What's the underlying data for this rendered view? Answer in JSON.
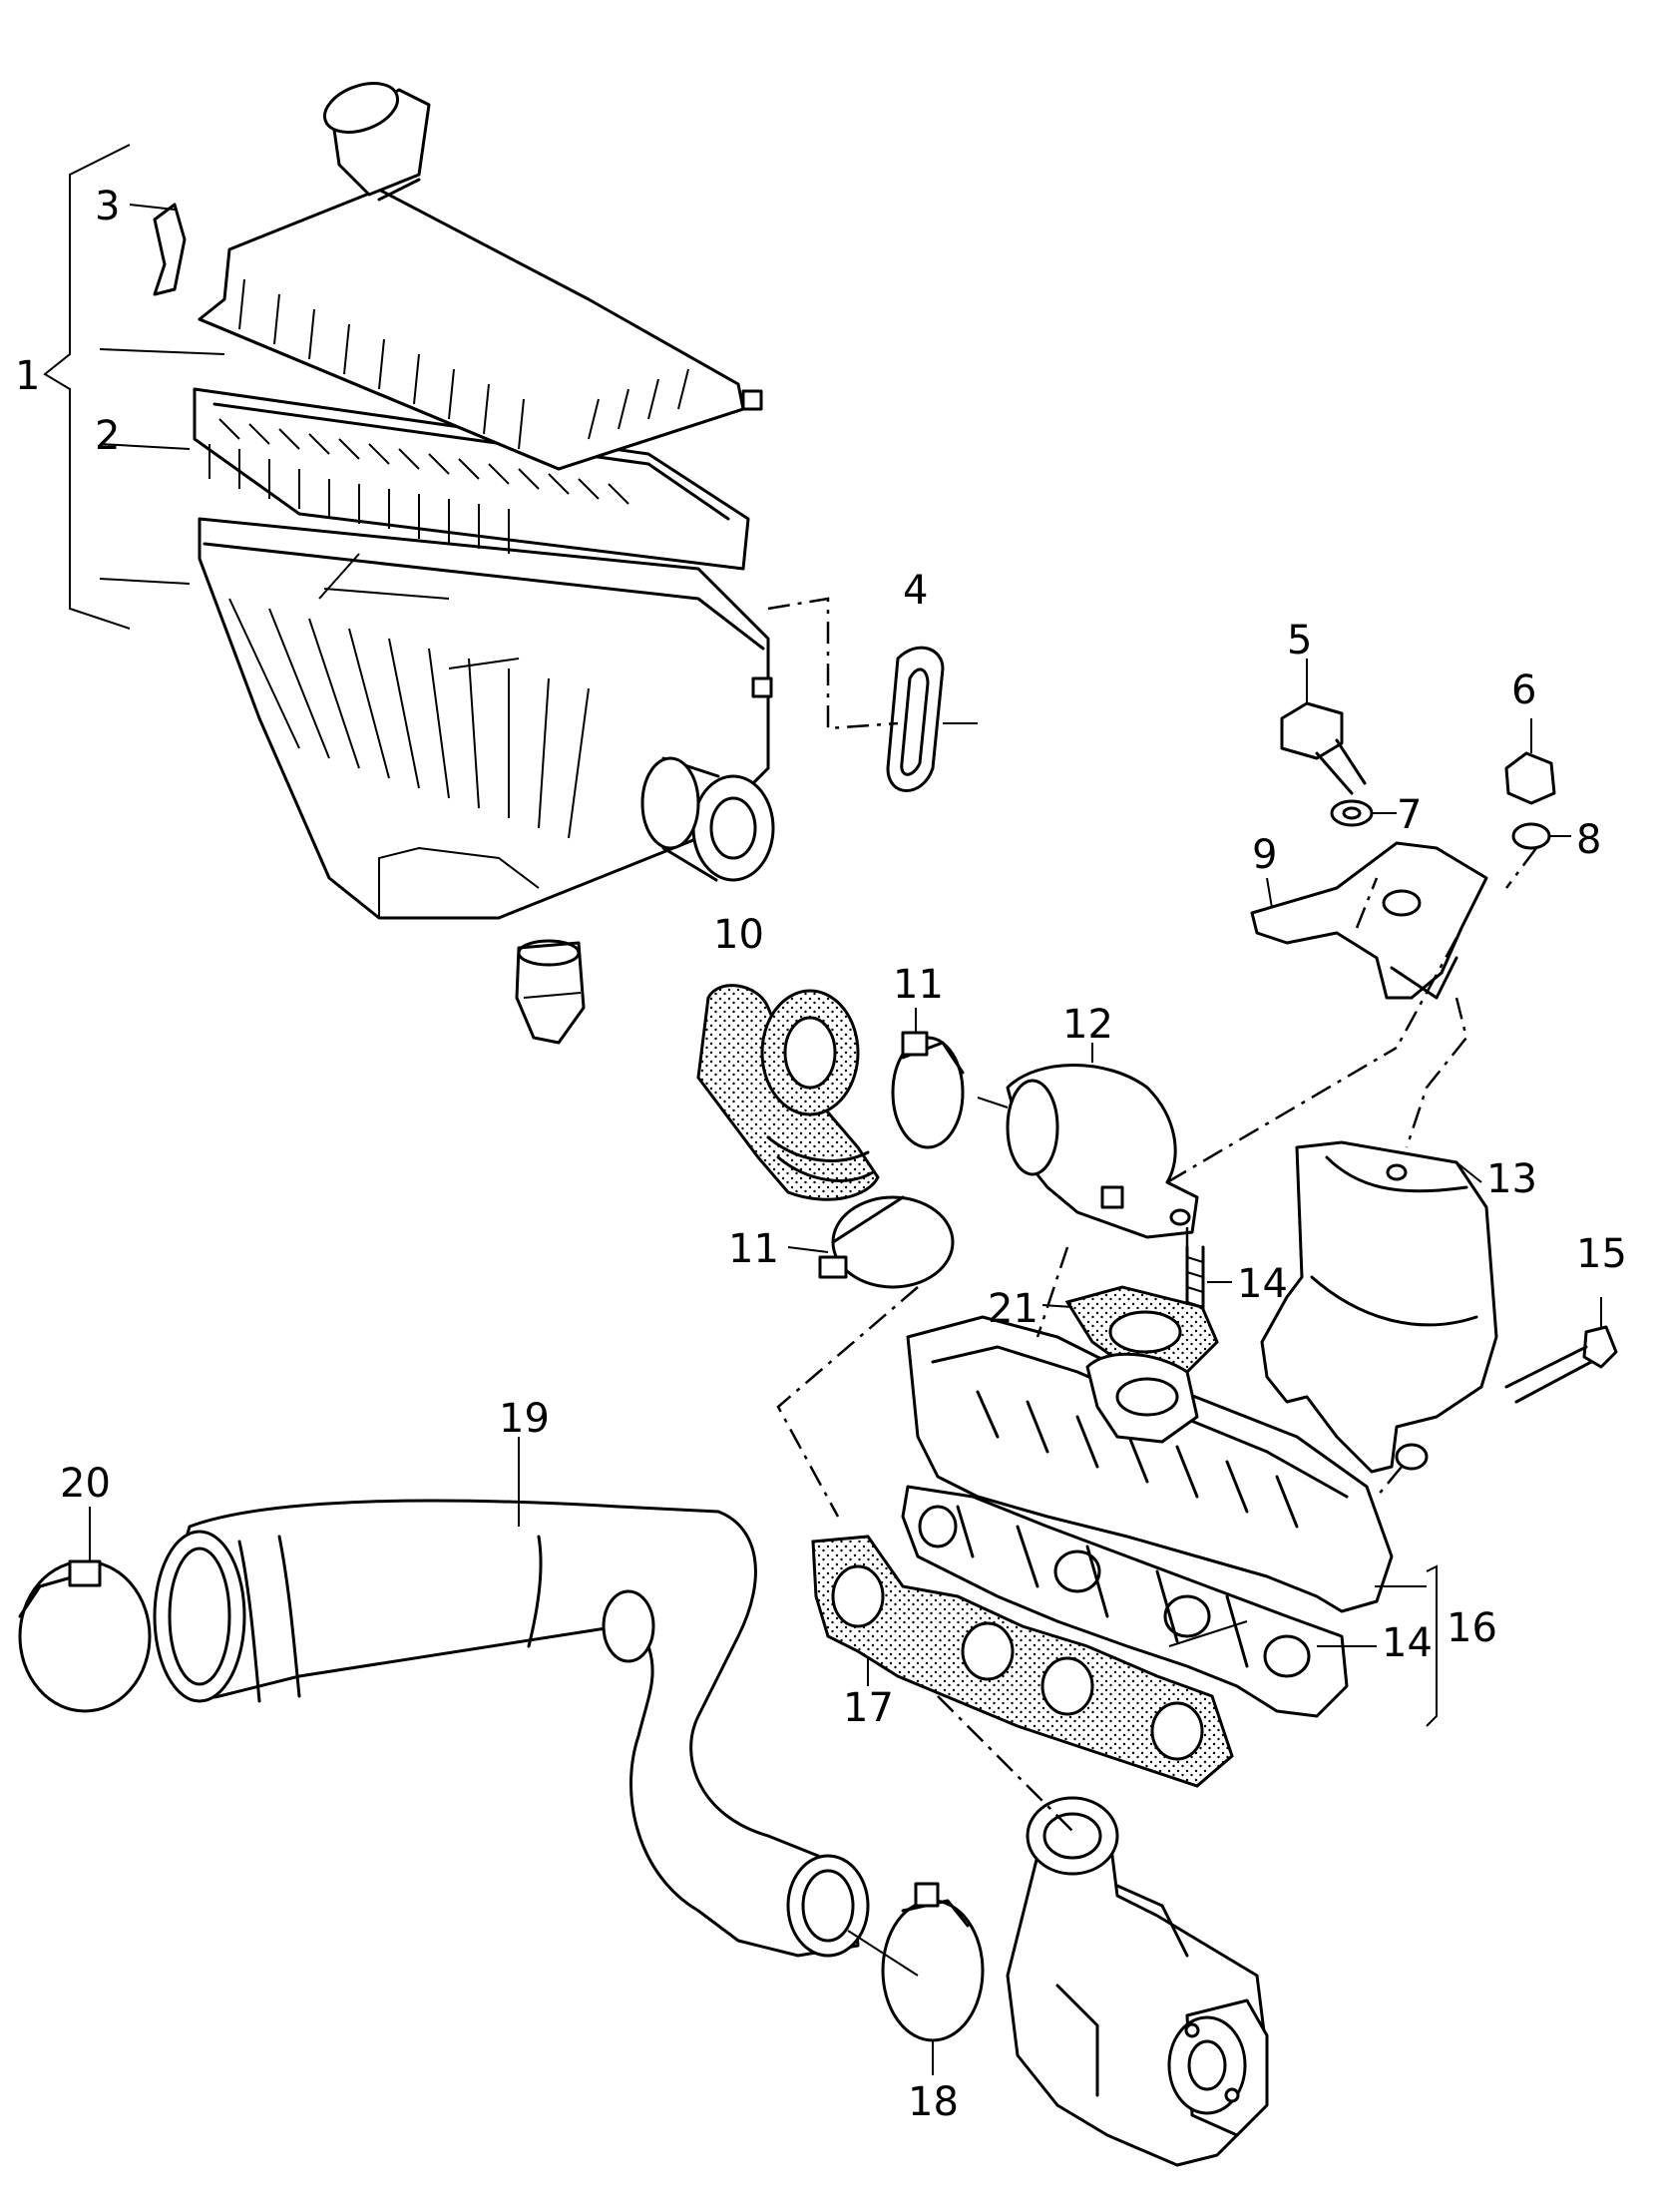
{
  "callouts": {
    "c1": "1",
    "c2": "2",
    "c3": "3",
    "c4": "4",
    "c5": "5",
    "c6": "6",
    "c7": "7",
    "c8": "8",
    "c9": "9",
    "c10": "10",
    "c11a": "11",
    "c11b": "11",
    "c12": "12",
    "c13": "13",
    "c14a": "14",
    "c14b": "14",
    "c15": "15",
    "c16": "16",
    "c17": "17",
    "c18": "18",
    "c19": "19",
    "c20": "20",
    "c21": "21"
  }
}
